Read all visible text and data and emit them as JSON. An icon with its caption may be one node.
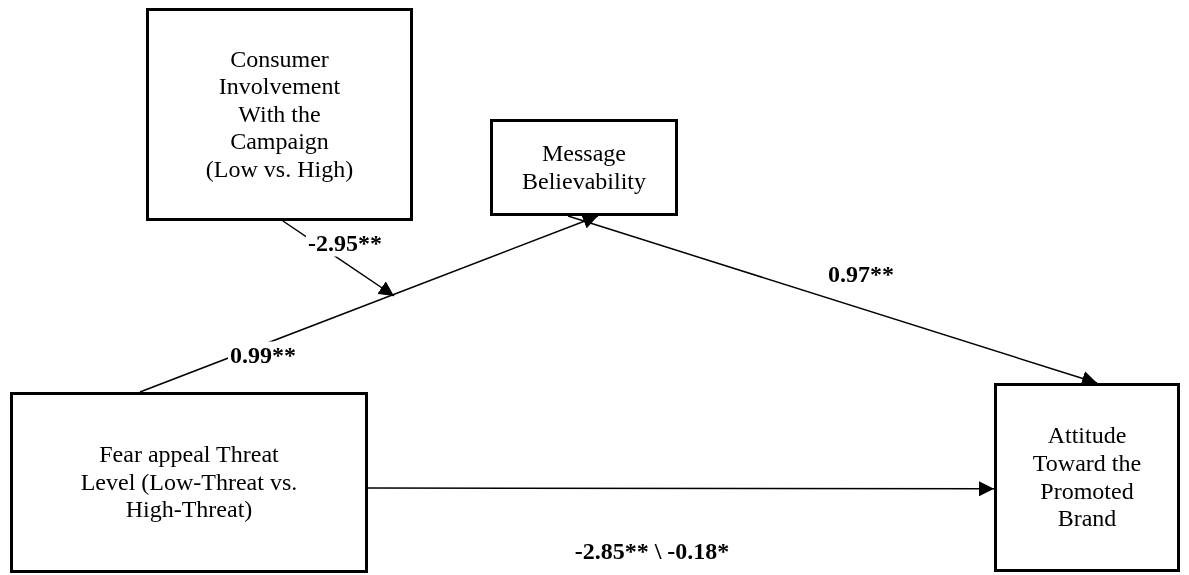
{
  "diagram": {
    "nodes": [
      {
        "text": [
          "Consumer Involvement With the Campaign (Low vs. High)"
        ]
      },
      {
        "text": [
          "Message Believability"
        ]
      },
      {
        "text": [
          "Fear appeal Threat Level (Low-Threat vs. High-Threat)"
        ]
      },
      {
        "text": [
          "Attitude Toward the Promoted Brand"
        ]
      }
    ],
    "edges": [
      {
        "from": 2,
        "to": 1,
        "arrow": "to",
        "label": "0.99**"
      },
      {
        "from": 1,
        "to": 3,
        "arrow": "to",
        "label": "0.97**"
      },
      {
        "from": 2,
        "to": 3,
        "arrow": "to",
        "label": "-2.85** \\ -0.18*"
      },
      {
        "from": 0,
        "to": null,
        "arrow": "to",
        "label": "-2.95**"
      }
    ]
  }
}
